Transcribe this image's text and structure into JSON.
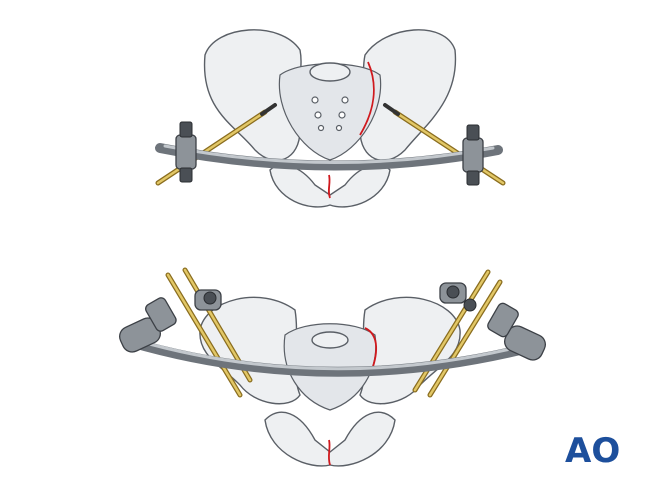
{
  "logo": {
    "text": "AO",
    "color": "#1d4f9c"
  },
  "colors": {
    "bone": "#eef0f2",
    "rod": "#6e747b",
    "pin": "#d4b44a",
    "fracture": "#d0191e"
  },
  "illustrations": [
    {
      "view": "top",
      "description_visible": false
    },
    {
      "view": "bottom",
      "description_visible": false
    }
  ]
}
